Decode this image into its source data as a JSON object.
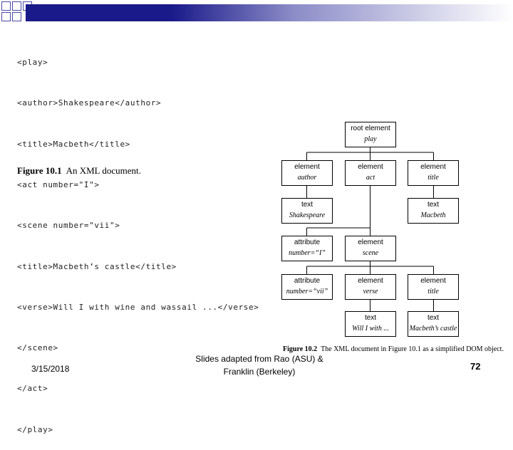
{
  "code_lines": [
    "<play>",
    "<author>Shakespeare</author>",
    "<title>Macbeth</title>",
    "<act number=\"I\">",
    "<scene number=\"vii\">",
    "<title>Macbeth’s castle</title>",
    "<verse>Will I with wine and wassail ...</verse>",
    "</scene>",
    "</act>",
    "</play>"
  ],
  "figure1_caption": {
    "label": "Figure 10.1",
    "text": "An XML document."
  },
  "tree": {
    "root": {
      "kind": "root element",
      "value": "play"
    },
    "author": {
      "kind": "element",
      "value": "author"
    },
    "act": {
      "kind": "element",
      "value": "act"
    },
    "title": {
      "kind": "element",
      "value": "title"
    },
    "author_text": {
      "kind": "text",
      "value": "Shakespeare"
    },
    "title_text": {
      "kind": "text",
      "value": "Macbeth"
    },
    "act_attr": {
      "kind": "attribute",
      "value": "number=“I”"
    },
    "scene": {
      "kind": "element",
      "value": "scene"
    },
    "scene_attr": {
      "kind": "attribute",
      "value": "number=“vii”"
    },
    "verse": {
      "kind": "element",
      "value": "verse"
    },
    "scene_title": {
      "kind": "element",
      "value": "title"
    },
    "verse_text": {
      "kind": "text",
      "value": "Will I with ..."
    },
    "scene_title_text": {
      "kind": "text",
      "value": "Macbeth’s castle"
    }
  },
  "figure2_caption": {
    "label": "Figure 10.2",
    "text": "The XML document in Figure 10.1 as a simplified DOM object."
  },
  "footer": {
    "date": "3/15/2018",
    "credit_line1": "Slides adapted from Rao (ASU) &",
    "credit_line2": "Franklin (Berkeley)",
    "page_number": "72"
  },
  "colors": {
    "title_bar": "#1a1a8a",
    "corner_squares": "#4a4aa8"
  }
}
